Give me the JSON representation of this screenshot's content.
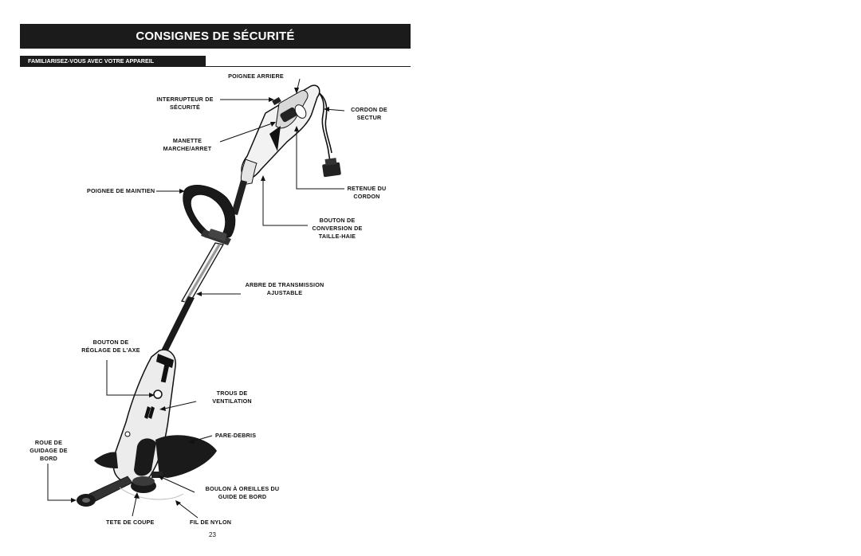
{
  "header": {
    "title": "CONSIGNES DE SÉCURITÉ",
    "section": "FAMILIARISEZ-VOUS AVEC VOTRE APPAREIL"
  },
  "labels": {
    "poignee_arriere": "POIGNEE ARRIERE",
    "interrupteur": "INTERRUPTEUR DE\nSÉCURITÉ",
    "cordon_secteur": "CORDON DE\nSECTUR",
    "manette": "MANETTE\nMARCHE/ARRET",
    "poignee_maintien": "POIGNEE DE MAINTIEN",
    "retenue_cordon": "RETENUE DU\nCORDON",
    "bouton_conversion": "BOUTON DE\nCONVERSION DE\nTAILLE-HAIE",
    "arbre_transmission": "ARBRE DE TRANSMISSION\nAJUSTABLE",
    "bouton_axe": "BOUTON DE\nRÉGLAGE DE L'AXE",
    "trous_ventilation": "TROUS DE\nVENTILATION",
    "pare_debris": "PARE-DEBRIS",
    "roue_guidage": "ROUE DE\nGUIDAGE DE\nBORD",
    "boulon_oreilles": "BOULON À OREILLES DU\nGUIDE DE BORD",
    "tete_coupe": "TETE DE COUPE",
    "fil_nylon": "FIL DE NYLON"
  },
  "page_number": "23"
}
